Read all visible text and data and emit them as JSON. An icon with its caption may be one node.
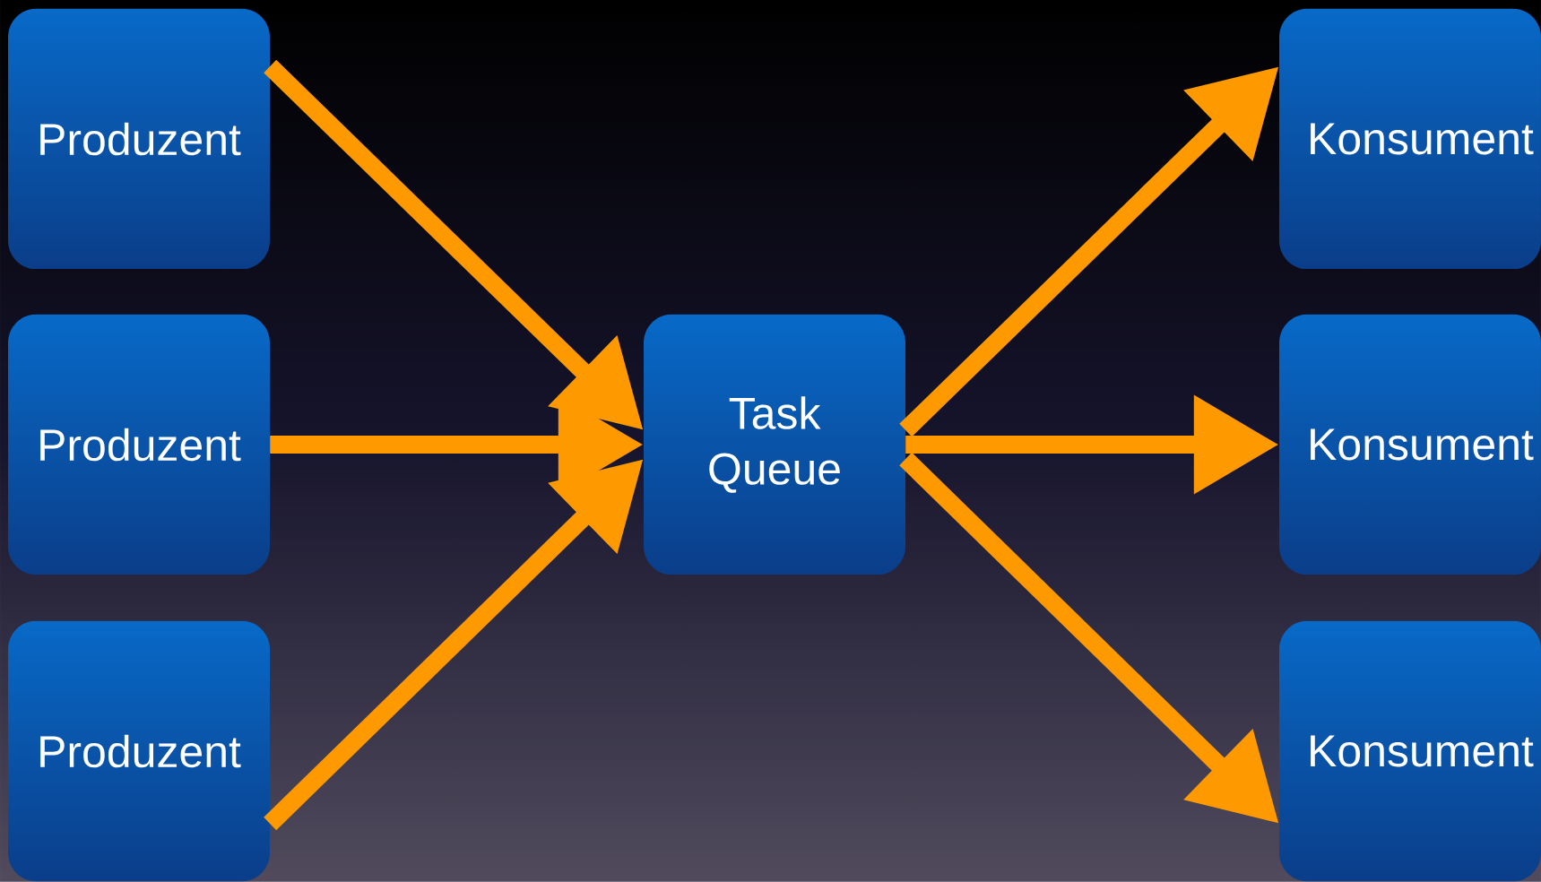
{
  "diagram": {
    "nodes": [
      {
        "text": [
          "Produzent"
        ]
      },
      {
        "text": [
          "Produzent"
        ]
      },
      {
        "text": [
          "Produzent"
        ]
      },
      {
        "text": [
          "Task Queue"
        ]
      },
      {
        "text": [
          "Konsument"
        ]
      },
      {
        "text": [
          "Konsument"
        ]
      },
      {
        "text": [
          "Konsument"
        ]
      }
    ],
    "edges": [
      {
        "from": 0,
        "to": 3,
        "arrow": "to"
      },
      {
        "from": 1,
        "to": 3,
        "arrow": "to"
      },
      {
        "from": 2,
        "to": 3,
        "arrow": "to"
      },
      {
        "from": 3,
        "to": 4,
        "arrow": "to"
      },
      {
        "from": 3,
        "to": 5,
        "arrow": "to"
      },
      {
        "from": 3,
        "to": 6,
        "arrow": "to"
      }
    ]
  }
}
